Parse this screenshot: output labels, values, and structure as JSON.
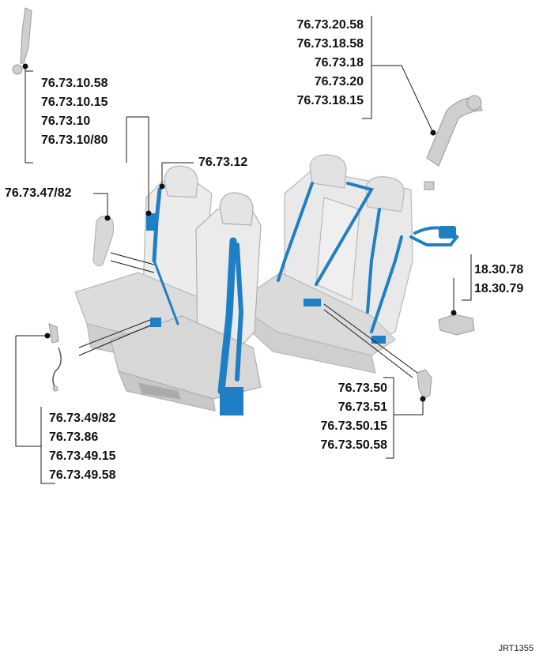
{
  "callouts": {
    "upper_left_belt": [
      "76.73.10.58",
      "76.73.10.15",
      "76.73.10",
      "76.73.10/80"
    ],
    "front_pillar_belt": [
      "76.73.12"
    ],
    "side_airbag": [
      "76.73.47/82"
    ],
    "front_buckle": [
      "76.73.49/82",
      "76.73.86",
      "76.73.49.15",
      "76.73.49.58"
    ],
    "rear_belt": [
      "76.73.20.58",
      "76.73.18.58",
      "76.73.18",
      "76.73.20",
      "76.73.18.15"
    ],
    "rear_buckle_module": [
      "18.30.78",
      "18.30.79"
    ],
    "rear_buckle": [
      "76.73.50",
      "76.73.51",
      "76.73.50.15",
      "76.73.50.58"
    ]
  },
  "reference_code": "JRT1355",
  "colors": {
    "belt_blue": "#1f7fc4",
    "seat_gray": "#d9d9d9",
    "line": "#1a1a1a"
  }
}
